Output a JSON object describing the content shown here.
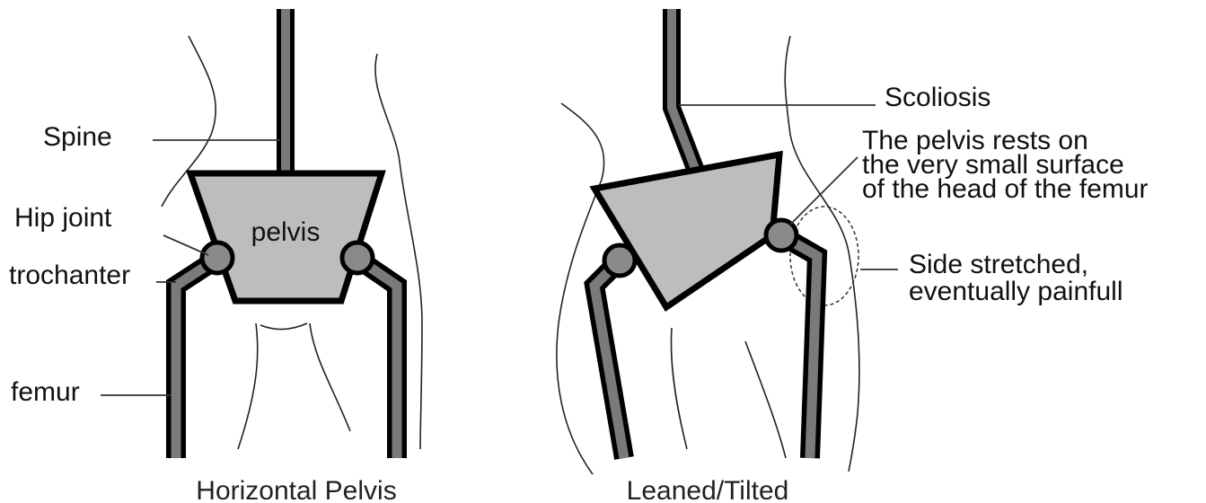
{
  "colors": {
    "bone_fill": "#7a7a7a",
    "bone_outline": "#000000",
    "pelvis_fill": "#bdbdbd",
    "joint_fill": "#8a8a8a"
  },
  "left_panel": {
    "caption": "Horizontal Pelvis",
    "pelvis_text": "pelvis",
    "labels": {
      "spine": "Spine",
      "hip_joint": "Hip joint",
      "trochanter": "trochanter",
      "femur": "femur"
    }
  },
  "right_panel": {
    "caption": "Leaned/Tilted",
    "labels": {
      "scoliosis": "Scoliosis",
      "pelvis_rests": [
        "The pelvis rests on",
        "the very small surface",
        "of the head of the femur"
      ],
      "side_stretched": [
        "Side stretched,",
        "eventually painfull"
      ]
    }
  }
}
